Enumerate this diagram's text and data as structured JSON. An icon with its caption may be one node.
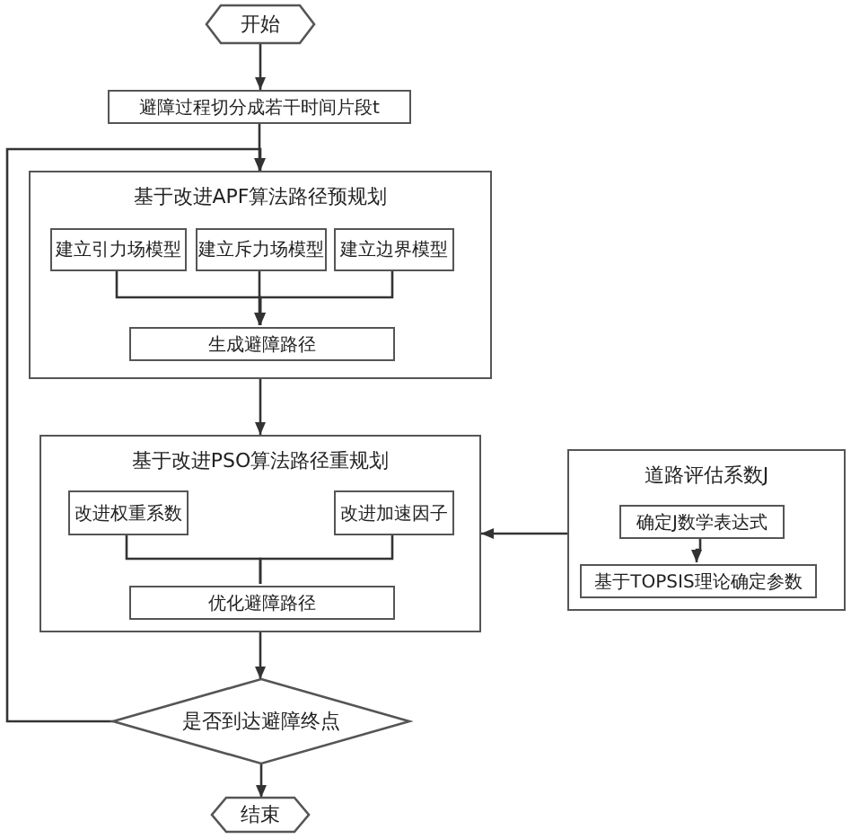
{
  "diagram": {
    "nodes": [
      {
        "text": [
          "开始"
        ]
      },
      {
        "text": [
          "避障过程切分成若干时间片段t"
        ]
      },
      {
        "text": [
          "基于改进APF算法路径预规划"
        ]
      },
      {
        "text": [
          "建立引力场模型"
        ],
        "in": 2
      },
      {
        "text": [
          "建立斥力场模型"
        ],
        "in": 2
      },
      {
        "text": [
          "建立边界模型"
        ],
        "in": 2
      },
      {
        "text": [
          "生成避障路径"
        ],
        "in": 2
      },
      {
        "text": [
          "基于改进PSO算法路径重规划"
        ]
      },
      {
        "text": [
          "改进权重系数"
        ],
        "in": 7
      },
      {
        "text": [
          "改进加速因子"
        ],
        "in": 7
      },
      {
        "text": [
          "优化避障路径"
        ],
        "in": 7
      },
      {
        "text": [
          "道路评估系数J"
        ]
      },
      {
        "text": [
          "确定J数学表达式"
        ],
        "in": 11
      },
      {
        "text": [
          "基于TOPSIS理论确定参数"
        ],
        "in": 11
      },
      {
        "text": [
          "是否到达避障终点"
        ]
      },
      {
        "text": [
          "结束"
        ]
      }
    ],
    "edges": [
      {
        "from": 0,
        "to": 1,
        "arrow": "to"
      },
      {
        "from": 1,
        "to": 2,
        "arrow": "to"
      },
      {
        "from": 3,
        "to": 6,
        "arrow": "to"
      },
      {
        "from": 4,
        "to": 6,
        "arrow": "to"
      },
      {
        "from": 5,
        "to": 6,
        "arrow": "to"
      },
      {
        "from": 2,
        "to": 7,
        "arrow": "to"
      },
      {
        "from": 8,
        "to": 10,
        "arrow": "none"
      },
      {
        "from": 9,
        "to": 10,
        "arrow": "none"
      },
      {
        "from": 11,
        "to": 7,
        "arrow": "to"
      },
      {
        "from": 12,
        "to": 13,
        "arrow": "to"
      },
      {
        "from": 7,
        "to": 14,
        "arrow": "to"
      },
      {
        "from": 14,
        "to": 2,
        "arrow": "to"
      },
      {
        "from": 14,
        "to": 15,
        "arrow": "to"
      }
    ]
  }
}
